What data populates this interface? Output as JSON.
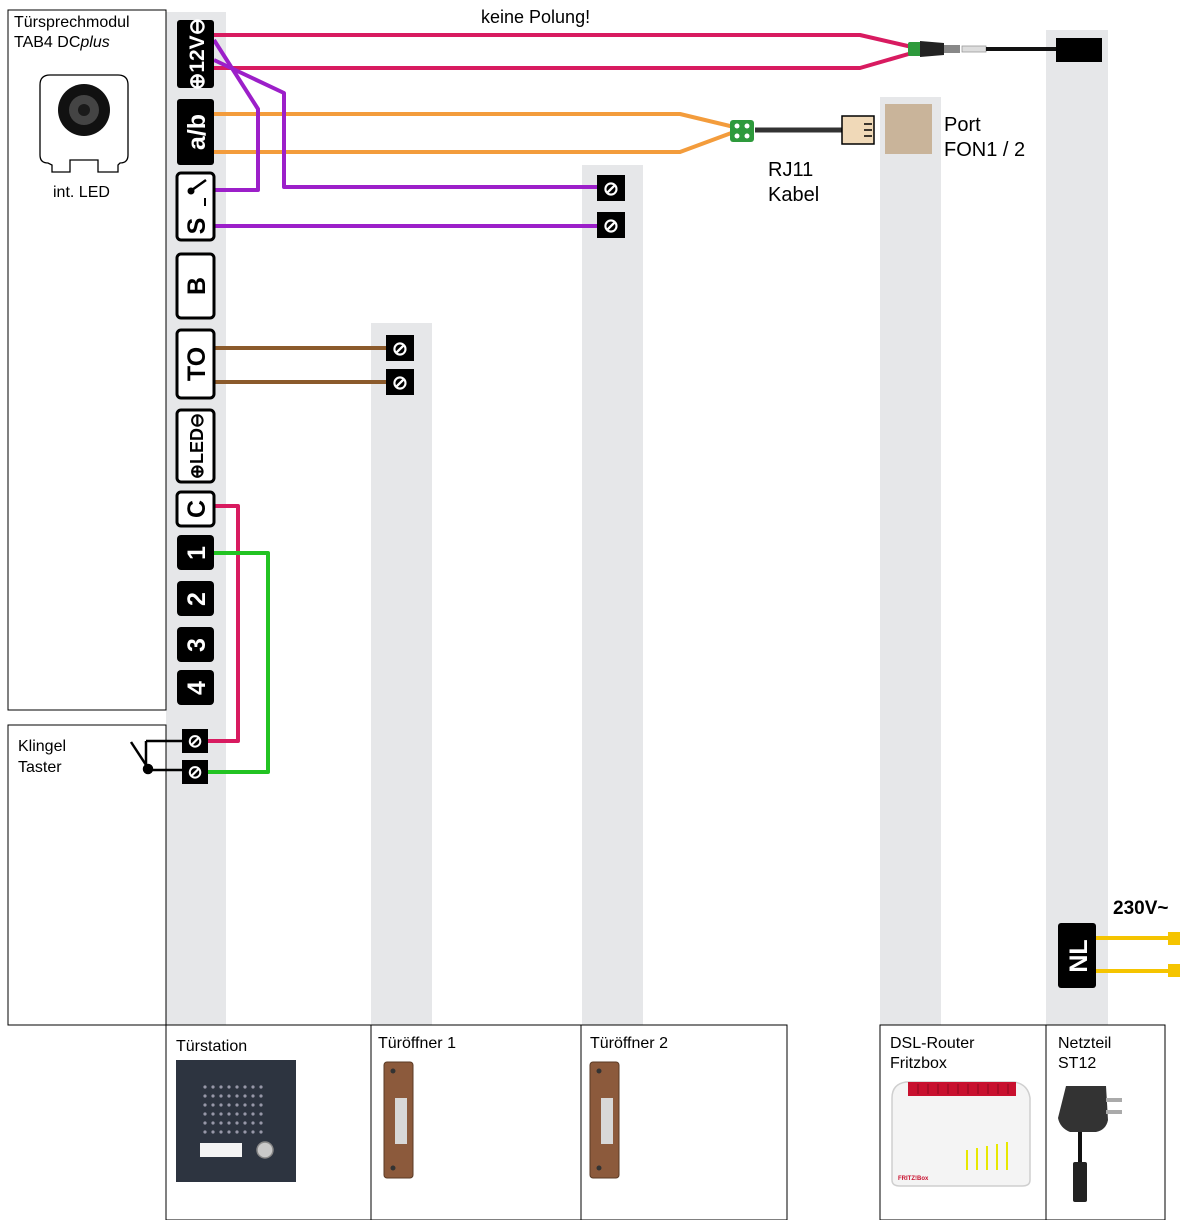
{
  "top_note": "keine Polung!",
  "module": {
    "line1": "Türsprechmodul",
    "line2": "TAB4 DC",
    "line2_italic": "plus",
    "led_label": "int. LED"
  },
  "terminals": {
    "power": "⊕12V⊖",
    "ab": "a/b",
    "s": "S",
    "b": "B",
    "to": "TO",
    "led": "⊕LED⊖",
    "c": "C",
    "t1": "1",
    "t2": "2",
    "t3": "3",
    "t4": "4",
    "nl": "NL"
  },
  "screw_symbol": "⊘",
  "bell": {
    "line1": "Klingel",
    "line2": "Taster"
  },
  "rj11": {
    "line1": "RJ11",
    "line2": "Kabel"
  },
  "port": {
    "line1": "Port",
    "line2": "FON1 / 2"
  },
  "mains": "230V~",
  "devices": {
    "door_station": "Türstation",
    "opener1": "Türöffner 1",
    "opener2": "Türöffner 2",
    "router_line1": "DSL-Router",
    "router_line2": "Fritzbox",
    "router_brand": "FRITZ!Box",
    "psu_line1": "Netzteil",
    "psu_line2": "ST12"
  },
  "colors": {
    "power_wire": "#d81b60",
    "ab_wire": "#f39c3c",
    "s_wire": "#9c1fc9",
    "to_wire": "#8b5a2b",
    "bell_wire_c": "#d81b60",
    "bell_wire_1": "#22c322",
    "mains_wire": "#f5c400",
    "column_bg": "#e6e7e9"
  }
}
